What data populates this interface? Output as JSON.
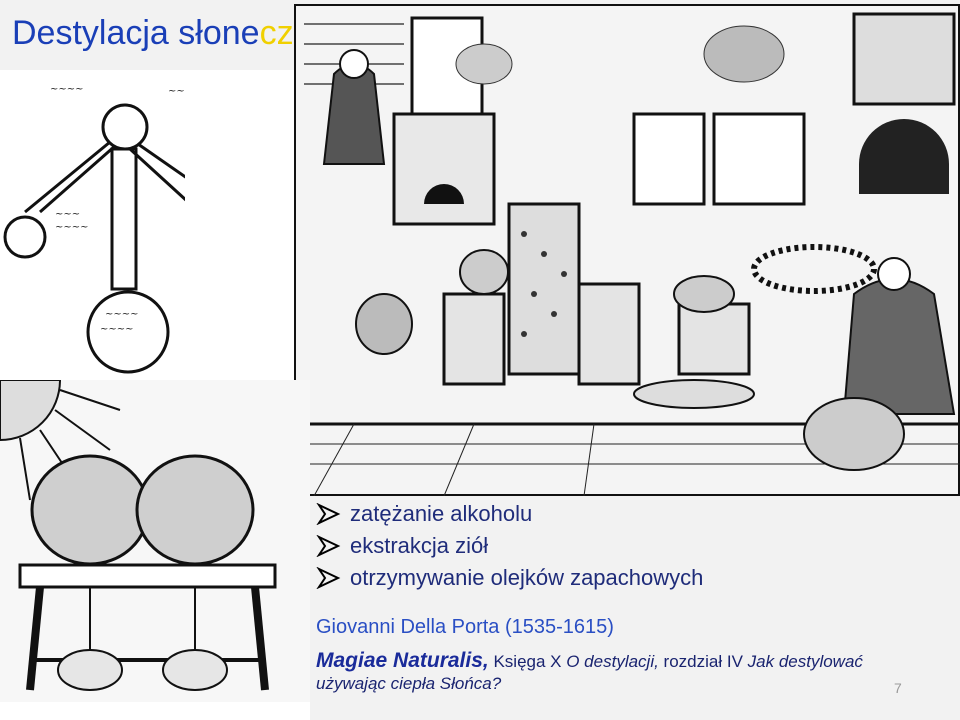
{
  "slide": {
    "title_part1": "Destylacja słone",
    "title_part2": "czna",
    "bullets": [
      "zatężanie   alkoholu",
      "ekstrakcja ziół",
      "otrzymywanie olejków zapachowych"
    ],
    "author": "Giovanni Della Porta (1535-1615)",
    "book_title": "Magiae Naturalis,",
    "book_rest_plain": "Księga X ",
    "book_rest_italic1": "O destylacji,",
    "book_rest_plain2": " rozdział IV ",
    "book_rest_italic2": "Jak destylować",
    "book_line2": "używając ciepła Słońca?",
    "page_number": "7"
  },
  "colors": {
    "title": "#1a3fb7",
    "highlight": "#f0d000",
    "bullet_text": "#1f2c7a",
    "author": "#2a4fc4"
  },
  "icons": {
    "bullet": "arrowhead-bullet-icon"
  }
}
